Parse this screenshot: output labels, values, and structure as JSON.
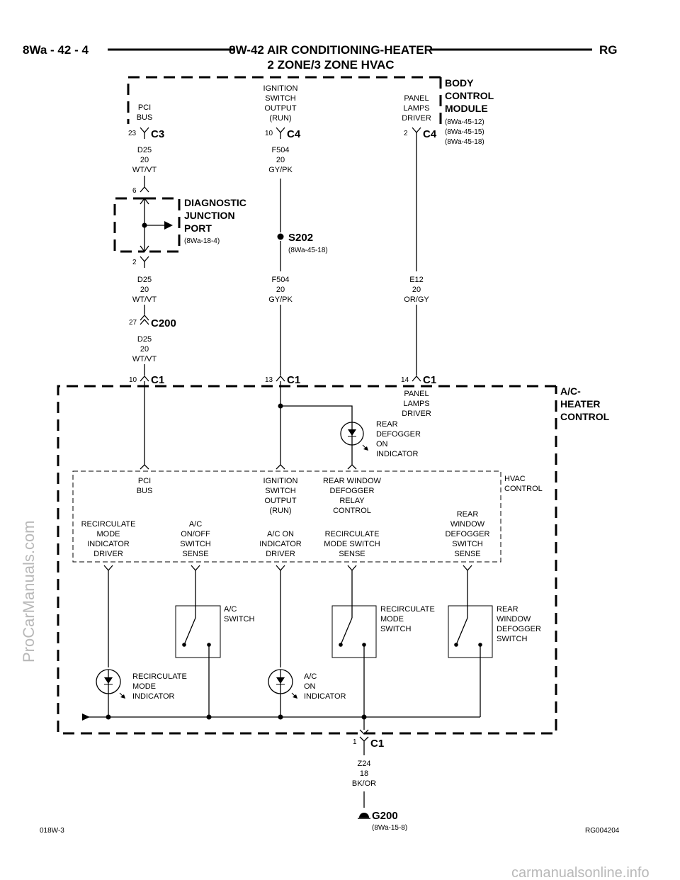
{
  "header": {
    "page_ref": "8Wa - 42 - 4",
    "title_line1": "8W-42 AIR CONDITIONING-HEATER",
    "title_line2": "2 ZONE/3 ZONE HVAC",
    "group": "RG"
  },
  "bcm": {
    "name": [
      "BODY",
      "CONTROL",
      "MODULE"
    ],
    "refs": [
      "(8Wa-45-12)",
      "(8Wa-45-15)",
      "(8Wa-45-18)"
    ],
    "pci_label": [
      "PCI",
      "BUS"
    ],
    "ign_label": [
      "IGNITION",
      "SWITCH",
      "OUTPUT",
      "(RUN)"
    ],
    "panel_label": [
      "PANEL",
      "LAMPS",
      "DRIVER"
    ],
    "pin_pci": "23",
    "conn_pci": "C3",
    "pin_ign": "10",
    "conn_ign": "C4",
    "pin_panel": "2",
    "conn_panel": "C4"
  },
  "wires": {
    "d25_top": [
      "D25",
      "20",
      "WT/VT"
    ],
    "f504_top": [
      "F504",
      "20",
      "GY/PK"
    ],
    "d25_mid": [
      "D25",
      "20",
      "WT/VT"
    ],
    "f504_mid": [
      "F504",
      "20",
      "GY/PK"
    ],
    "e12": [
      "E12",
      "20",
      "OR/GY"
    ],
    "d25_bot": [
      "D25",
      "20",
      "WT/VT"
    ],
    "z24": [
      "Z24",
      "18",
      "BK/OR"
    ]
  },
  "djp": {
    "name": [
      "DIAGNOSTIC",
      "JUNCTION",
      "PORT"
    ],
    "ref": "(8Wa-18-4)",
    "pin_top": "6",
    "pin_bot": "2"
  },
  "splice": {
    "name": "S202",
    "ref": "(8Wa-45-18)"
  },
  "c200": {
    "pin": "27",
    "name": "C200"
  },
  "ahc_pins": [
    {
      "pin": "10",
      "conn": "C1"
    },
    {
      "pin": "13",
      "conn": "C1"
    },
    {
      "pin": "14",
      "conn": "C1"
    }
  ],
  "ahc": {
    "name": [
      "A/C-",
      "HEATER",
      "CONTROL"
    ],
    "panel_label": [
      "PANEL",
      "LAMPS",
      "DRIVER"
    ],
    "rear_defog_ind": [
      "REAR",
      "DEFOGGER",
      "ON",
      "INDICATOR"
    ]
  },
  "hvac": {
    "name": [
      "HVAC",
      "CONTROL"
    ],
    "pci": [
      "PCI",
      "BUS"
    ],
    "ign": [
      "IGNITION",
      "SWITCH",
      "OUTPUT",
      "(RUN)"
    ],
    "relay": [
      "REAR WINDOW",
      "DEFOGGER",
      "RELAY",
      "CONTROL"
    ],
    "recirc_ind_drv": [
      "RECIRCULATE",
      "MODE",
      "INDICATOR",
      "DRIVER"
    ],
    "ac_sense": [
      "A/C",
      "ON/OFF",
      "SWITCH",
      "SENSE"
    ],
    "ac_ind_drv": [
      "A/C ON",
      "INDICATOR",
      "DRIVER"
    ],
    "recirc_sense": [
      "RECIRCULATE",
      "MODE SWITCH",
      "SENSE"
    ],
    "defog_sense": [
      "REAR",
      "WINDOW",
      "DEFOGGER",
      "SWITCH",
      "SENSE"
    ]
  },
  "components": {
    "ac_switch": [
      "A/C",
      "SWITCH"
    ],
    "recirc_switch": [
      "RECIRCULATE",
      "MODE",
      "SWITCH"
    ],
    "defog_switch": [
      "REAR",
      "WINDOW",
      "DEFOGGER",
      "SWITCH"
    ],
    "recirc_ind": [
      "RECIRCULATE",
      "MODE",
      "INDICATOR"
    ],
    "ac_ind": [
      "A/C",
      "ON",
      "INDICATOR"
    ]
  },
  "ground": {
    "pin": "1",
    "conn": "C1",
    "name": "G200",
    "ref": "(8Wa-15-8)"
  },
  "footer": {
    "left": "018W-3",
    "right": "RG004204"
  },
  "watermarks": {
    "side": "ProCarManuals.com",
    "bottom": "carmanualsonline.info"
  }
}
